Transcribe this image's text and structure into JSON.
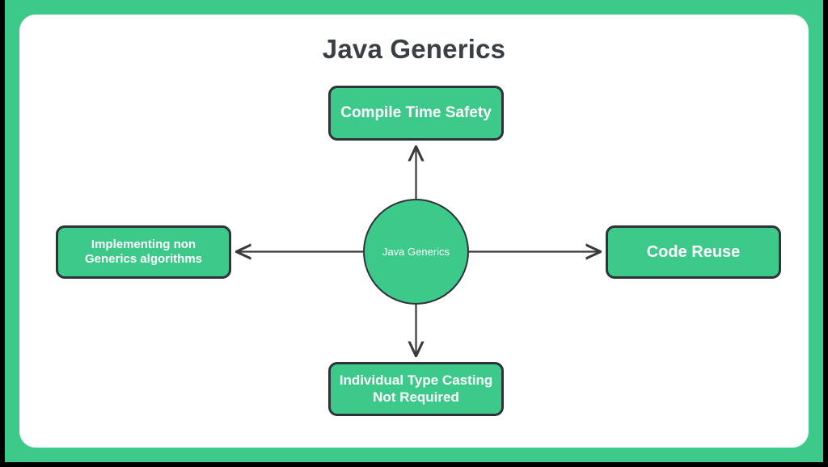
{
  "slide": {
    "title": "Java Generics",
    "background_color": "#3CC98A",
    "card_color": "#FFFFFF",
    "title_color": "#3A3F44"
  },
  "diagram": {
    "type": "radial-mind-map",
    "node_fill_color": "#3CC98A",
    "node_border_color": "#2E3338",
    "node_text_color": "#FFFFFF",
    "connector_color": "#3A3A3A",
    "center": {
      "label": "Java Generics",
      "shape": "circle"
    },
    "branches": [
      {
        "id": "top",
        "label": "Compile Time Safety",
        "direction": "up",
        "arrow": "outward"
      },
      {
        "id": "right",
        "label": "Code Reuse",
        "direction": "right",
        "arrow": "outward"
      },
      {
        "id": "bottom",
        "label": "Individual Type Casting Not Required",
        "direction": "down",
        "arrow": "outward"
      },
      {
        "id": "left",
        "label": "Implementing non Generics algorithms",
        "direction": "left",
        "arrow": "outward"
      }
    ]
  }
}
